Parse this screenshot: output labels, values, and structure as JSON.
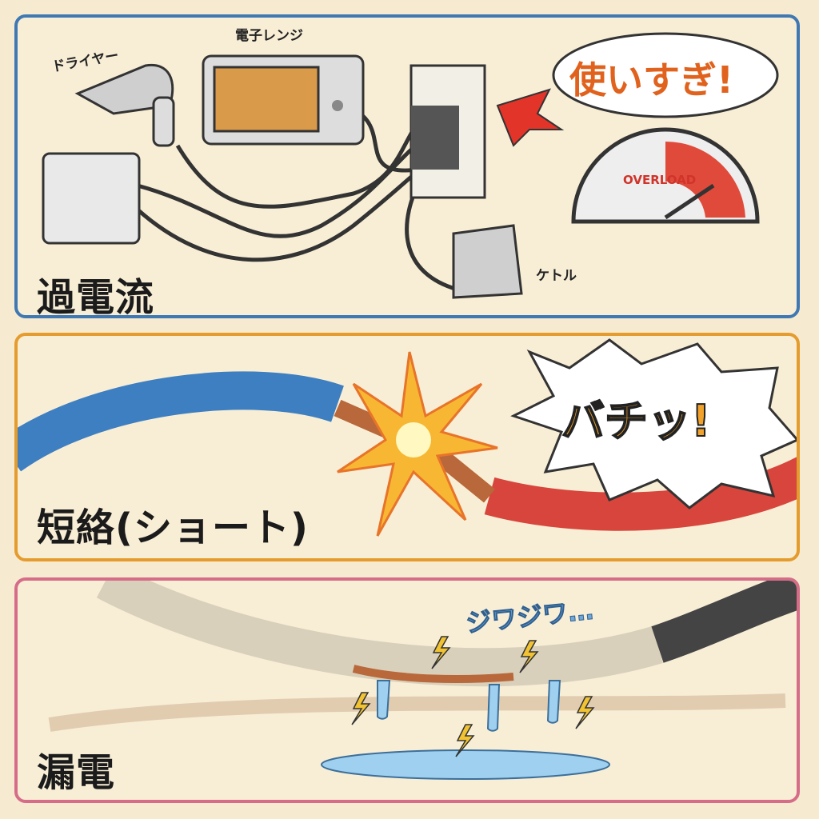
{
  "panels": {
    "overcurrent": {
      "title": "過電流",
      "labels": {
        "dryer": "ドライヤー",
        "microwave": "電子レンジ",
        "kettle": "ケトル"
      },
      "bubble": "使いすぎ!",
      "gauge": "OVERLOAD",
      "color": "#3f78b2"
    },
    "short_circuit": {
      "title": "短絡(ショート)",
      "bubble": "バチッ!",
      "color": "#e59c2e"
    },
    "leakage": {
      "title": "漏電",
      "sound": "ジワジワ…",
      "color": "#d66d88"
    }
  }
}
